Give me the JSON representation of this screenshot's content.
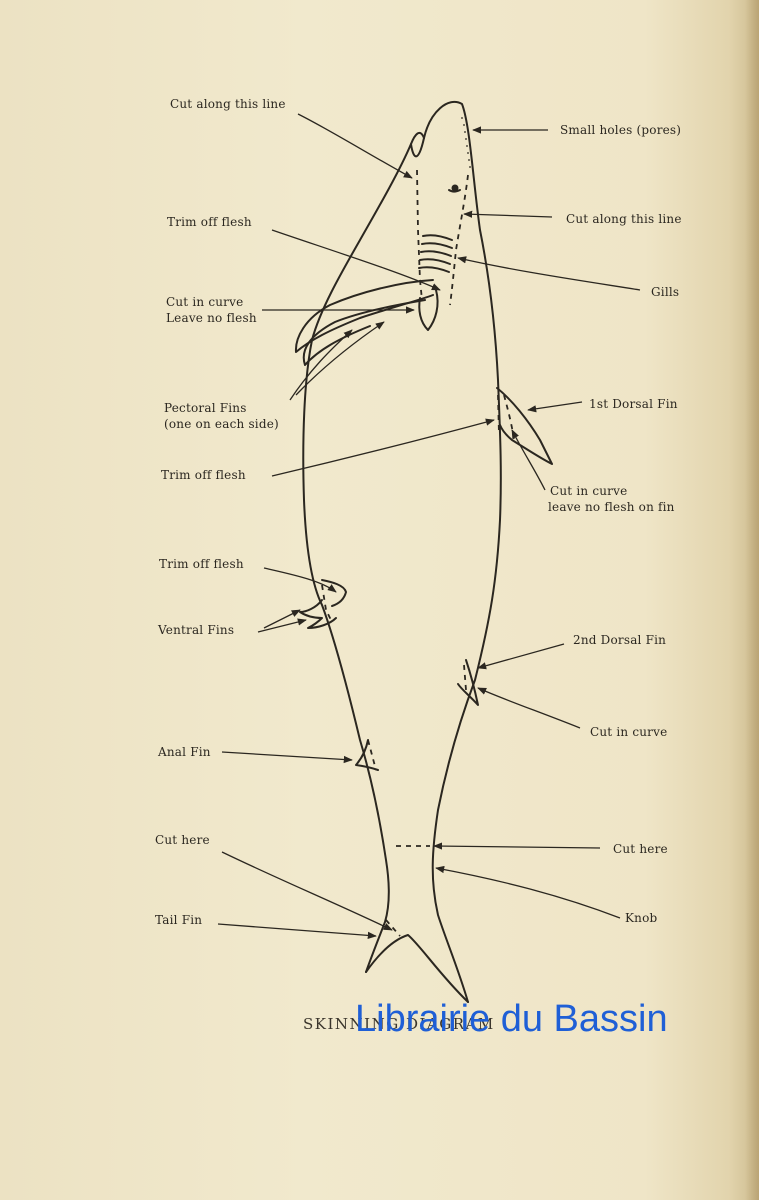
{
  "labels": {
    "cut_along_left": "Cut along this line",
    "small_holes": "Small holes (pores)",
    "trim_flesh_1": "Trim off flesh",
    "cut_along_right": "Cut along this line",
    "gills": "Gills",
    "cut_curve_1a": "Cut in curve",
    "cut_curve_1b": "Leave no flesh",
    "first_dorsal": "1st Dorsal Fin",
    "pectoral_a": "Pectoral Fins",
    "pectoral_b": "(one on each side)",
    "trim_flesh_2": "Trim off flesh",
    "cut_curve_2a": "Cut in curve",
    "cut_curve_2b": "leave no flesh on fin",
    "trim_flesh_3": "Trim off flesh",
    "ventral_fins": "Ventral Fins",
    "second_dorsal": "2nd Dorsal Fin",
    "cut_curve_3": "Cut in curve",
    "anal_fin": "Anal Fin",
    "cut_here_left": "Cut here",
    "cut_here_right": "Cut here",
    "knob": "Knob",
    "tail_fin": "Tail Fin"
  },
  "caption": "SKINNING DIAGRAM",
  "watermark": "Librairie du Bassin"
}
